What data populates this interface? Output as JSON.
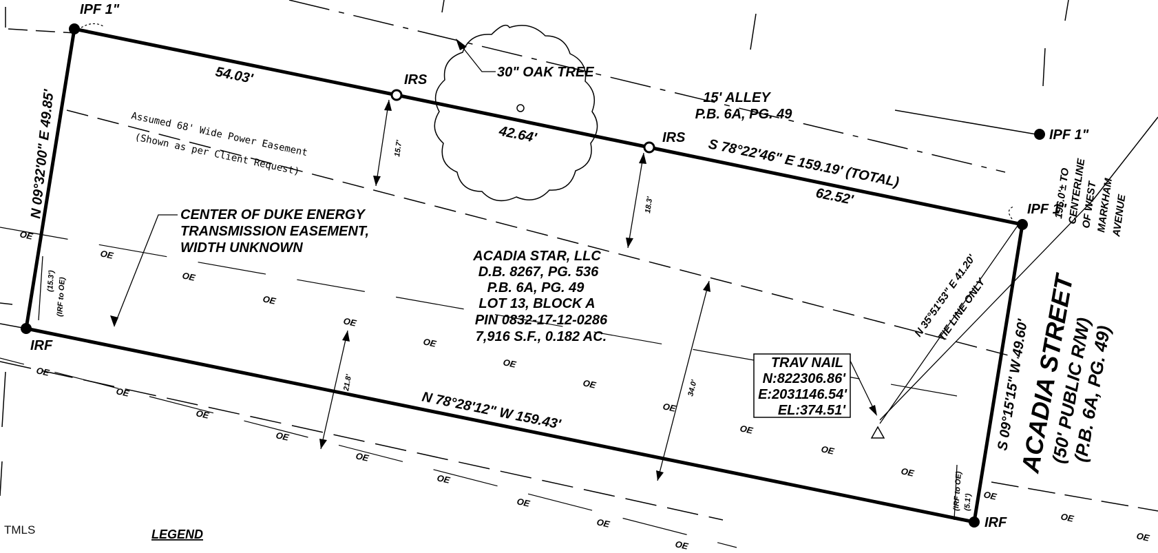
{
  "corners": {
    "nw": "IPF 1\"",
    "ne_far": "IPF 1\"",
    "ne": "IPF 1\"",
    "sw": "IRF",
    "se": "IRF",
    "irs_left": "IRS",
    "irs_right": "IRS"
  },
  "boundary": {
    "north_seg1": "54.03'",
    "north_seg2": "42.64'",
    "north_seg3": "62.52'",
    "north_bearing": "S 78°22'46\" E  159.19' (TOTAL)",
    "west_bearing": "N 09°32'00\" E  49.85'",
    "south_bearing": "N 78°28'12\" W  159.43'",
    "east_bearing": "S 09°15'15\" W  49.60'"
  },
  "tie_line": {
    "bearing": "N 35°51'53\" E  41.20'",
    "note": "TIE LINE ONLY"
  },
  "tree": {
    "label": "30\" OAK TREE"
  },
  "alley": {
    "line1": "15' ALLEY",
    "line2": "P.B. 6A, PG. 49"
  },
  "power_easement": {
    "line1": "Assumed 68' Wide Power Easement",
    "line2": "(Shown as per Client Request)"
  },
  "duke": {
    "line1": "CENTER OF DUKE ENERGY",
    "line2": "TRANSMISSION EASEMENT,",
    "line3": "WIDTH UNKNOWN"
  },
  "owner": {
    "line1": "ACADIA STAR, LLC",
    "line2": "D.B. 8267, PG. 536",
    "line3": "P.B. 6A, PG. 49",
    "line4": "LOT 13, BLOCK A",
    "line5": "PIN 0832-17-12-0286",
    "line6": "7,916 S.F., 0.182 AC."
  },
  "trav_nail": {
    "title": "TRAV NAIL",
    "n": "N:822306.86'",
    "e": "E:2031146.54'",
    "el": "EL:374.51'"
  },
  "street": {
    "name": "ACADIA STREET",
    "rw": "(50' PUBLIC R/W)",
    "pb": "(P.B. 6A, PG. 49)"
  },
  "centerline": {
    "line1": "196.0'± TO",
    "line2": "CENTERLINE",
    "line3": "OF WEST",
    "line4": "MARKHAM",
    "line5": "AVENUE"
  },
  "dims": {
    "d15_7": "15.7'",
    "d18_3": "18.3'",
    "d21_8": "21.8'",
    "d34_0": "34.0'",
    "irf_oe_left_a": "(15.3')",
    "irf_oe_left_b": "(IRF to OE)",
    "irf_oe_right_a": "(IRF to OE)",
    "irf_oe_right_b": "(5.1')"
  },
  "oe_label": "OE",
  "legend": "LEGEND",
  "watermark": "TMLS"
}
